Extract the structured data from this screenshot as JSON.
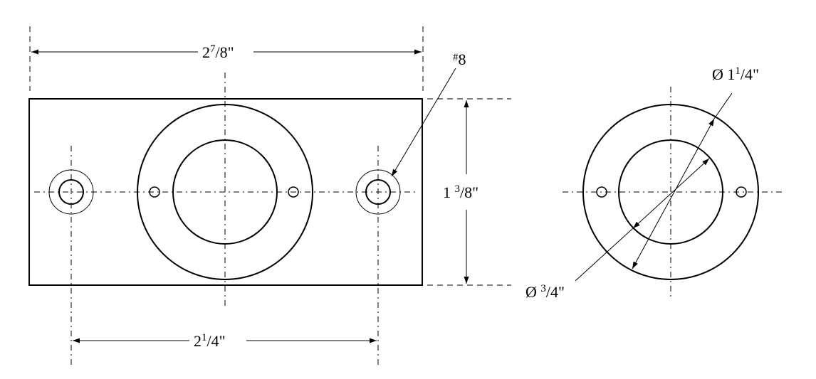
{
  "dimensions": {
    "overall_width": {
      "whole": "2",
      "num": "7",
      "den": "8\""
    },
    "height": {
      "whole": "1 ",
      "num": "3",
      "den": "8\""
    },
    "hole_spacing": {
      "whole": "2",
      "num": "1",
      "den": "4\""
    },
    "screw_size": {
      "prefix": "#",
      "value": "8"
    },
    "outer_diameter": {
      "symbol": "Ø 1",
      "num": "1",
      "den": "4\""
    },
    "inner_diameter": {
      "symbol": "Ø ",
      "num": "3",
      "den": "4\""
    }
  },
  "colors": {
    "line": "#000000",
    "background": "#ffffff"
  }
}
